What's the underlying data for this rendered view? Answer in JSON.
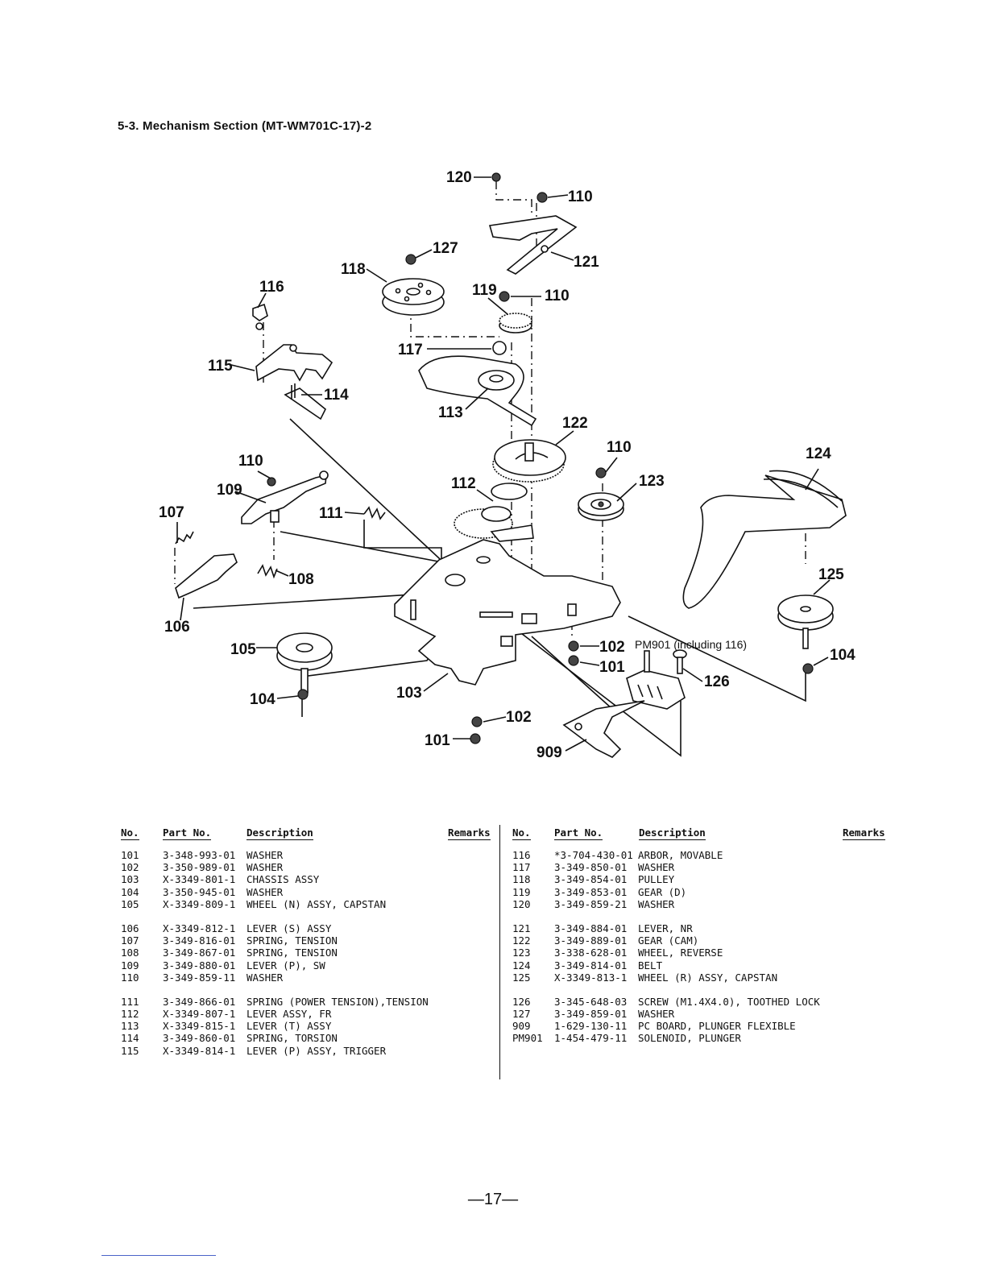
{
  "title": "5-3.  Mechanism Section (MT-WM701C-17)-2",
  "callouts": {
    "c120": "120",
    "c110a": "110",
    "c121": "121",
    "c127": "127",
    "c118": "118",
    "c119": "119",
    "c110b": "110",
    "c116": "116",
    "c117": "117",
    "c115": "115",
    "c114": "114",
    "c113": "113",
    "c122": "122",
    "c110c": "110",
    "c124": "124",
    "c123": "123",
    "c110d": "110",
    "c109": "109",
    "c107": "107",
    "c111": "111",
    "c112": "112",
    "c108": "108",
    "c125": "125",
    "c106": "106",
    "c105": "105",
    "c102a": "102",
    "c101a": "101",
    "c104a": "104",
    "c104b": "104",
    "c126": "126",
    "c103": "103",
    "c102b": "102",
    "c101b": "101",
    "c909": "909"
  },
  "pm901_note": "PM901 (including 116)",
  "table_headers": {
    "no": "No.",
    "part_no": "Part No.",
    "description": "Description",
    "remarks": "Remarks"
  },
  "parts_left": [
    [
      {
        "no": "101",
        "part": "3-348-993-01",
        "desc": "WASHER"
      },
      {
        "no": "102",
        "part": "3-350-989-01",
        "desc": "WASHER"
      },
      {
        "no": "103",
        "part": "X-3349-801-1",
        "desc": "CHASSIS ASSY"
      },
      {
        "no": "104",
        "part": "3-350-945-01",
        "desc": "WASHER"
      },
      {
        "no": "105",
        "part": "X-3349-809-1",
        "desc": "WHEEL (N) ASSY, CAPSTAN"
      }
    ],
    [
      {
        "no": "106",
        "part": "X-3349-812-1",
        "desc": "LEVER (S) ASSY"
      },
      {
        "no": "107",
        "part": "3-349-816-01",
        "desc": "SPRING, TENSION"
      },
      {
        "no": "108",
        "part": "3-349-867-01",
        "desc": "SPRING, TENSION"
      },
      {
        "no": "109",
        "part": "3-349-880-01",
        "desc": "LEVER (P), SW"
      },
      {
        "no": "110",
        "part": "3-349-859-11",
        "desc": "WASHER"
      }
    ],
    [
      {
        "no": "111",
        "part": "3-349-866-01",
        "desc": "SPRING (POWER TENSION),TENSION"
      },
      {
        "no": "112",
        "part": "X-3349-807-1",
        "desc": "LEVER ASSY, FR"
      },
      {
        "no": "113",
        "part": "X-3349-815-1",
        "desc": "LEVER (T) ASSY"
      },
      {
        "no": "114",
        "part": "3-349-860-01",
        "desc": "SPRING, TORSION"
      },
      {
        "no": "115",
        "part": "X-3349-814-1",
        "desc": "LEVER (P) ASSY, TRIGGER"
      }
    ]
  ],
  "parts_right": [
    [
      {
        "no": "116",
        "part": "*3-704-430-01",
        "desc": "ARBOR, MOVABLE"
      },
      {
        "no": "117",
        "part": "3-349-850-01",
        "desc": "WASHER"
      },
      {
        "no": "118",
        "part": "3-349-854-01",
        "desc": "PULLEY"
      },
      {
        "no": "119",
        "part": "3-349-853-01",
        "desc": "GEAR (D)"
      },
      {
        "no": "120",
        "part": "3-349-859-21",
        "desc": "WASHER"
      }
    ],
    [
      {
        "no": "121",
        "part": "3-349-884-01",
        "desc": "LEVER, NR"
      },
      {
        "no": "122",
        "part": "3-349-889-01",
        "desc": "GEAR (CAM)"
      },
      {
        "no": "123",
        "part": "3-338-628-01",
        "desc": "WHEEL, REVERSE"
      },
      {
        "no": "124",
        "part": "3-349-814-01",
        "desc": "BELT"
      },
      {
        "no": "125",
        "part": "X-3349-813-1",
        "desc": "WHEEL (R) ASSY, CAPSTAN"
      }
    ],
    [
      {
        "no": "126",
        "part": "3-345-648-03",
        "desc": "SCREW (M1.4X4.0), TOOTHED LOCK"
      },
      {
        "no": "127",
        "part": "3-349-859-01",
        "desc": "WASHER"
      },
      {
        "no": "909",
        "part": "1-629-130-11",
        "desc": "PC BOARD, PLUNGER FLEXIBLE"
      },
      {
        "no": "PM901",
        "part": "1-454-479-11",
        "desc": "SOLENOID, PLUNGER"
      }
    ]
  ],
  "page_number": "—17—"
}
